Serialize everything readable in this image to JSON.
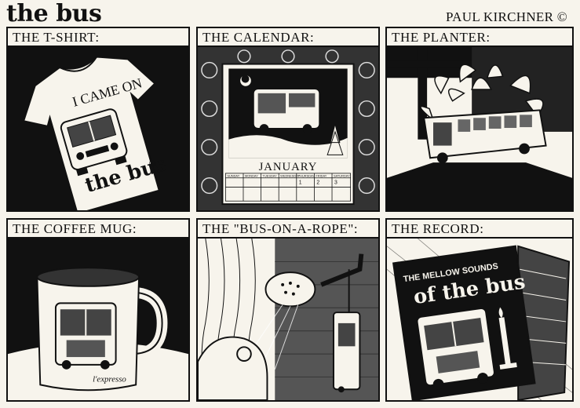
{
  "strip": {
    "title": "the bus",
    "author": "PAUL KIRCHNER ©"
  },
  "panels": [
    {
      "caption": "THE T-SHIRT:",
      "shirt_text_top": "I CAME ON",
      "shirt_text_bottom": "the bus",
      "shirt_mark": "®"
    },
    {
      "caption": "THE CALENDAR:",
      "month": "JANUARY",
      "weekdays": [
        "SUNDAY",
        "MONDAY",
        "TUESDAY",
        "WEDNESDAY",
        "THURSDAY",
        "FRIDAY",
        "SATURDAY"
      ],
      "dates": [
        "1",
        "2",
        "3"
      ]
    },
    {
      "caption": "THE PLANTER:"
    },
    {
      "caption": "THE COFFEE MUG:",
      "mug_text": "l'expresso"
    },
    {
      "caption": "THE \"BUS-ON-A-ROPE\":"
    },
    {
      "caption": "THE RECORD:",
      "album_line1": "THE MELLOW SOUNDS",
      "album_line2": "of the bus"
    }
  ],
  "colors": {
    "ink": "#111111",
    "paper": "#f7f4ec"
  }
}
